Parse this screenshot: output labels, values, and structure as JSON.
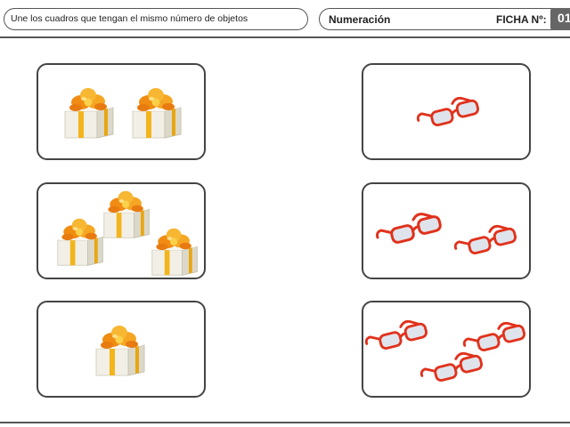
{
  "header": {
    "instruction": "Une los cuadros que tengan el  mismo número de objetos",
    "title": "Numeración",
    "ficha_label": "FICHA Nº:",
    "ficha_number": "01"
  },
  "cards": {
    "left": [
      {
        "object": "gift-box",
        "count": 2
      },
      {
        "object": "gift-box",
        "count": 3
      },
      {
        "object": "gift-box",
        "count": 1
      }
    ],
    "right": [
      {
        "object": "glasses",
        "count": 1
      },
      {
        "object": "glasses",
        "count": 2
      },
      {
        "object": "glasses",
        "count": 3
      }
    ]
  },
  "colors": {
    "box": "#f1efe6",
    "ribbon": "#f3b51c",
    "bow": "#f08c12",
    "frame": "#e0321c",
    "lens": "#dfe4ec"
  }
}
